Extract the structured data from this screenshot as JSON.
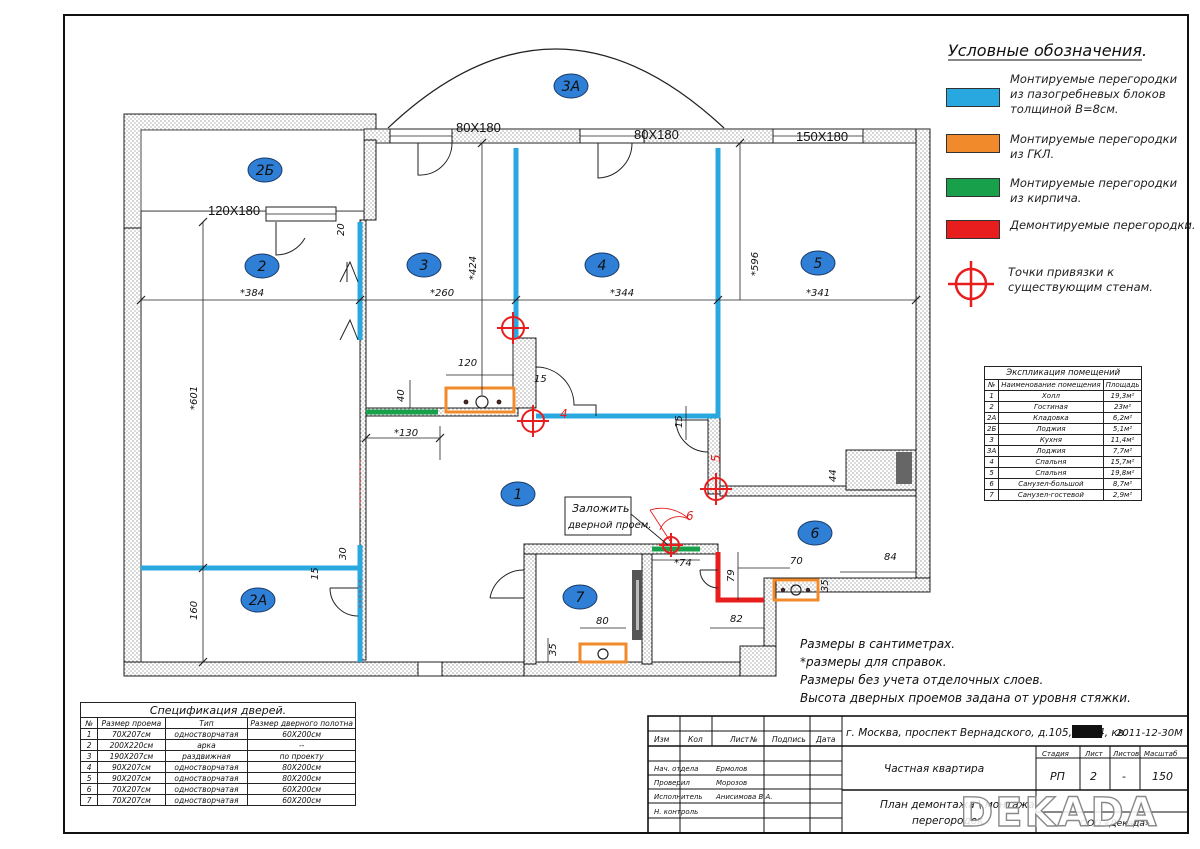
{
  "legend": {
    "title": "Условные обозначения.",
    "items": [
      {
        "color": "#29a8e0",
        "lines": [
          "Монтируемые перегородки",
          "из пазогребневых блоков",
          "толщиной В=8см."
        ]
      },
      {
        "color": "#f08a2a",
        "lines": [
          "Монтируемые перегородки",
          "из ГКЛ."
        ]
      },
      {
        "color": "#18a04a",
        "lines": [
          "Монтируемые перегородки",
          "из кирпича."
        ]
      },
      {
        "color": "#e81e1e",
        "lines": [
          "Демонтируемые перегородки."
        ]
      }
    ],
    "anchor_lines": [
      "Точки привязки к",
      "существующим стенам."
    ],
    "anchor_color": "#e81e1e"
  },
  "rooms": {
    "labels": [
      "1",
      "2",
      "2А",
      "2Б",
      "3",
      "3А",
      "4",
      "5",
      "6",
      "7"
    ],
    "marker_color": "#2f7fd6"
  },
  "dimensions": {
    "window_a": "120X180",
    "window_b": "80X180",
    "window_c": "80X180",
    "window_d": "150X180",
    "w384": "*384",
    "w260": "*260",
    "w344": "*344",
    "w341": "*341",
    "h601": "*601",
    "h424": "*424",
    "h596": "*596",
    "h160": "160",
    "d120": "120",
    "d130": "*130",
    "d40": "40",
    "d15a": "15",
    "d15b": "15",
    "d15c": "15",
    "d20": "20",
    "d30": "30",
    "d44": "44",
    "d74": "*74",
    "d70": "70",
    "d84": "84",
    "d79": "79",
    "d35a": "35",
    "d35b": "35",
    "d82": "82",
    "d80": "80",
    "n4": "4",
    "n5": "5",
    "n6": "6"
  },
  "callout": {
    "lines": [
      "Заложить",
      "дверной проем."
    ]
  },
  "notes": [
    "Размеры в сантиметрах.",
    "*размеры для справок.",
    "Размеры без учета отделочных слоев.",
    "Высота дверных проемов задана от уровня стяжки."
  ],
  "explication": {
    "title": "Экспликация помещений",
    "headers": [
      "№",
      "Наименование помещения",
      "Площадь"
    ],
    "rows": [
      [
        "1",
        "Холл",
        "19,3м²"
      ],
      [
        "2",
        "Гостиная",
        "23м²"
      ],
      [
        "2А",
        "Кладовка",
        "6,2м²"
      ],
      [
        "2Б",
        "Лоджия",
        "5,1м²"
      ],
      [
        "3",
        "Кухня",
        "11,4м²"
      ],
      [
        "3А",
        "Лоджия",
        "7,7м²"
      ],
      [
        "4",
        "Спальня",
        "15,7м²"
      ],
      [
        "5",
        "Спальня",
        "19,8м²"
      ],
      [
        "6",
        "Санузел-большой",
        "8,7м²"
      ],
      [
        "7",
        "Санузел-гостевой",
        "2,9м²"
      ]
    ]
  },
  "doors_spec": {
    "title": "Спецификация дверей.",
    "headers": [
      "№",
      "Размер проема",
      "Тип",
      "Размер дверного полотна"
    ],
    "rows": [
      [
        "1",
        "70Х207см",
        "одностворчатая",
        "60Х200см"
      ],
      [
        "2",
        "200Х220см",
        "арка",
        "--"
      ],
      [
        "3",
        "190Х207см",
        "раздвижная",
        "по проекту"
      ],
      [
        "4",
        "90Х207см",
        "одностворчатая",
        "80Х200см"
      ],
      [
        "5",
        "90Х207см",
        "одностворчатая",
        "80Х200см"
      ],
      [
        "6",
        "70Х207см",
        "одностворчатая",
        "60Х200см"
      ],
      [
        "7",
        "70Х207см",
        "одностворчатая",
        "60Х200см"
      ]
    ]
  },
  "title_block": {
    "address": "г. Москва, проспект Вернадского, д.105, кор.4, кв.",
    "doc_code": "2011-12-30М",
    "header_cells": [
      "Изм",
      "Кол",
      "Лист",
      "№",
      "Подпись",
      "Дата"
    ],
    "roles": [
      {
        "role": "Нач. отдела",
        "name": "Ермолов"
      },
      {
        "role": "Проверил",
        "name": "Морозов"
      },
      {
        "role": "Исполнитель",
        "name": "Анисимова В.А."
      },
      {
        "role": "Н. контроль",
        "name": ""
      }
    ],
    "project": "Частная квартира",
    "sheet_headers": [
      "Стадия",
      "Лист",
      "Листов",
      "Масштаб"
    ],
    "sheet_values": [
      "РП",
      "2",
      "-",
      "150"
    ],
    "drawing_title_1": "План демонтажа \\ монтажа",
    "drawing_title_2": "перегородок",
    "org": "ООО «Декада»",
    "watermark": "DEKADA"
  }
}
